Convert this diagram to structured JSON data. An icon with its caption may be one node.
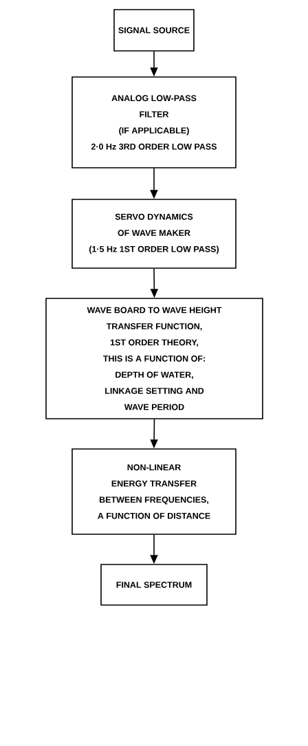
{
  "diagram": {
    "nodes": [
      {
        "text": [
          "SIGNAL SOURCE"
        ]
      },
      {
        "text": [
          "ANALOG LOW-PASS",
          "FILTER",
          "(IF APPLICABLE)",
          "2·0 Hz 3RD ORDER LOW PASS"
        ]
      },
      {
        "text": [
          "SERVO DYNAMICS",
          "OF WAVE MAKER",
          "(1·5 Hz 1ST ORDER LOW PASS)"
        ]
      },
      {
        "text": [
          "WAVE BOARD TO WAVE HEIGHT",
          "TRANSFER FUNCTION,",
          "1ST ORDER THEORY,",
          "THIS IS A FUNCTION OF:",
          "DEPTH OF WATER,",
          "LINKAGE SETTING AND",
          "WAVE PERIOD"
        ]
      },
      {
        "text": [
          "NON-LINEAR",
          "ENERGY TRANSFER",
          "BETWEEN FREQUENCIES,",
          "A FUNCTION OF DISTANCE"
        ]
      },
      {
        "text": [
          "FINAL SPECTRUM"
        ]
      }
    ],
    "edges": [
      {
        "from": 0,
        "to": 1,
        "arrow": "to"
      },
      {
        "from": 1,
        "to": 2,
        "arrow": "to"
      },
      {
        "from": 2,
        "to": 3,
        "arrow": "to"
      },
      {
        "from": 3,
        "to": 4,
        "arrow": "to"
      },
      {
        "from": 4,
        "to": 5,
        "arrow": "to"
      }
    ]
  }
}
